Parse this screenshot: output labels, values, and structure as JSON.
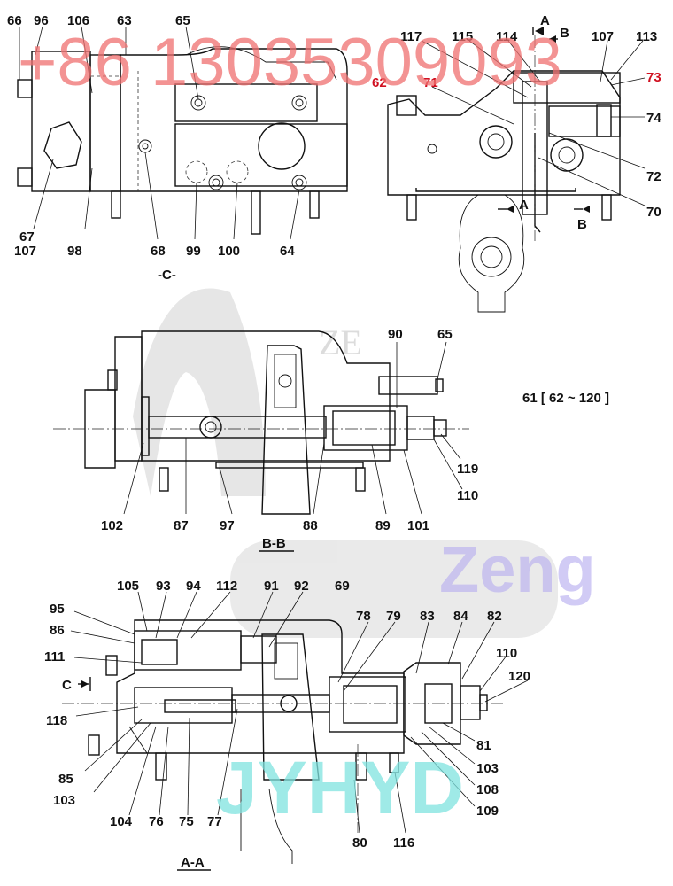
{
  "views": {
    "c": {
      "title": "-C-",
      "labels": [
        "66",
        "96",
        "106",
        "63",
        "65",
        "67",
        "107",
        "98",
        "68",
        "99",
        "100",
        "64"
      ]
    },
    "a_side": {
      "section_marks": [
        "A",
        "B",
        "A",
        "B"
      ],
      "labels": [
        "117",
        "115",
        "114",
        "107",
        "113",
        "62",
        "71",
        "73",
        "74",
        "72",
        "70"
      ],
      "red_labels": [
        "62",
        "71",
        "73"
      ]
    },
    "bb": {
      "title": "B-B",
      "labels": [
        "90",
        "65",
        "119",
        "110",
        "102",
        "87",
        "97",
        "88",
        "89",
        "101"
      ]
    },
    "aa": {
      "title": "A-A",
      "view_mark": "C",
      "labels": [
        "105",
        "93",
        "94",
        "112",
        "91",
        "92",
        "69",
        "95",
        "86",
        "111",
        "78",
        "79",
        "83",
        "84",
        "82",
        "110",
        "120",
        "118",
        "81",
        "103",
        "85",
        "108",
        "103",
        "109",
        "104",
        "76",
        "75",
        "77",
        "80",
        "116"
      ]
    }
  },
  "assembly_note": "61 [ 62 ~ 120 ]",
  "watermarks": {
    "phone": "+86 13035309093",
    "brand": "Zeng",
    "company": "JYHYD",
    "faint": "ZE"
  },
  "colors": {
    "line": "#111111",
    "red_label": "#d01020",
    "wm_red": "#f07070",
    "wm_blue": "#b9b0f0",
    "wm_cyan": "#7fe3e0"
  }
}
